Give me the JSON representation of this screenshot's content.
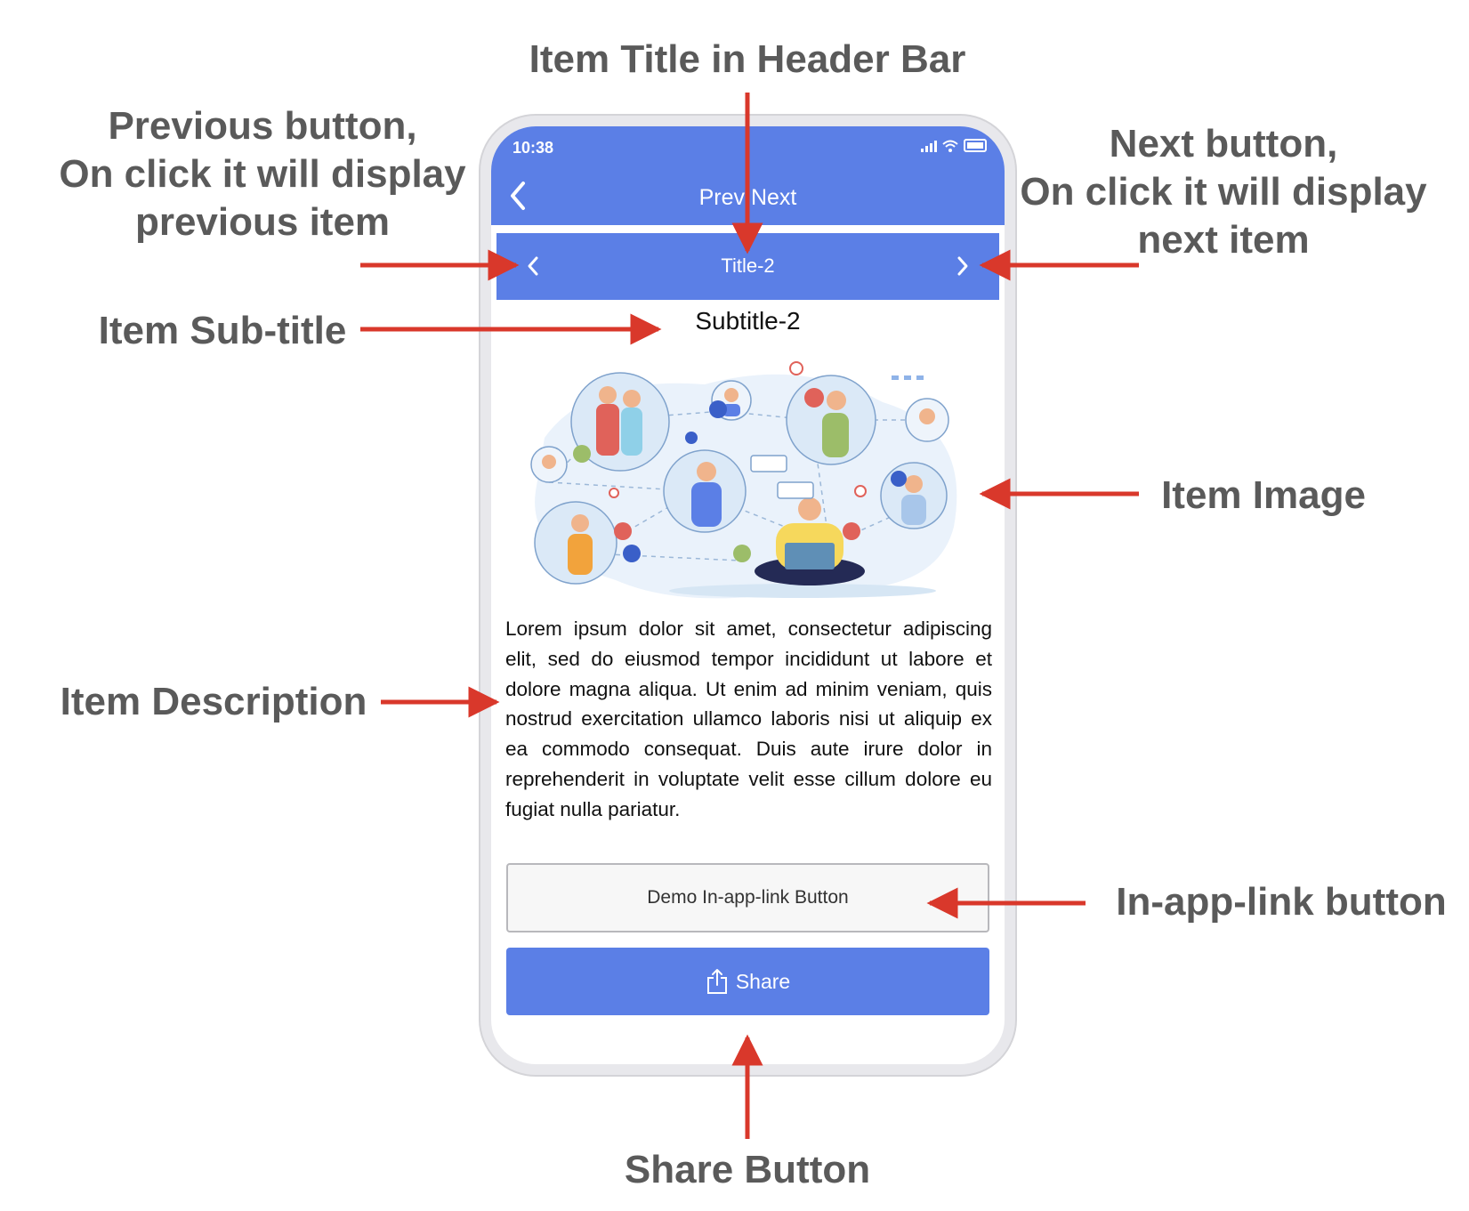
{
  "callouts": {
    "item_title": "Item Title in Header Bar",
    "previous": "Previous button,\nOn click it will display\nprevious item",
    "next": "Next button,\nOn click it will display\nnext item",
    "subtitle": "Item Sub-title",
    "image": "Item Image",
    "description": "Item Description",
    "inapp": "In-app-link button",
    "share": "Share Button"
  },
  "status_bar": {
    "time": "10:38"
  },
  "app_bar": {
    "title": "Prev Next"
  },
  "item": {
    "title": "Title-2",
    "subtitle": "Subtitle-2",
    "description": "Lorem ipsum dolor sit amet, consectetur adipiscing elit, sed do eiusmod tempor incididunt ut labore et dolore magna aliqua. Ut enim ad minim veniam, quis nostrud exercitation ullamco laboris nisi ut aliquip ex ea commodo consequat. Duis aute irure dolor in reprehenderit in voluptate velit esse cillum dolore eu fugiat nulla pariatur."
  },
  "buttons": {
    "inapp_label": "Demo In-app-link Button",
    "share_label": "Share"
  },
  "colors": {
    "accent": "#5b7fe6",
    "annotation_arrow": "#d9382b",
    "callout_text": "#5a5a5a"
  },
  "icons": [
    "back-chevron-icon",
    "signal-icon",
    "wifi-icon",
    "battery-icon",
    "prev-chevron-icon",
    "next-chevron-icon",
    "share-icon"
  ]
}
